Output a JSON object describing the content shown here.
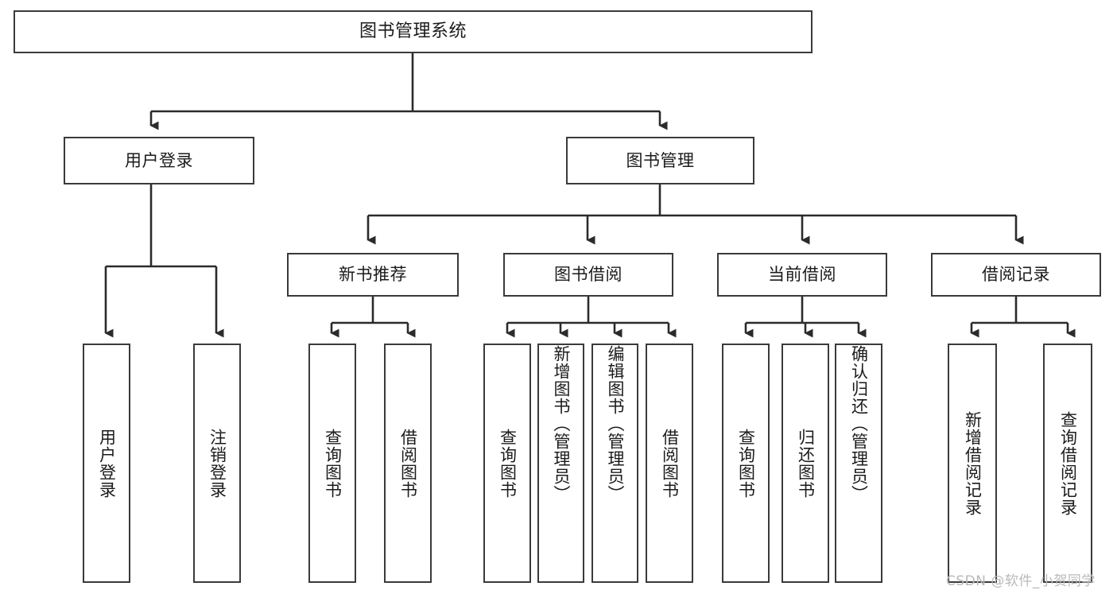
{
  "diagram": {
    "title": "图书管理系统",
    "type": "tree-hierarchy-diagram",
    "colors": {
      "box_border": "#3a3a3a",
      "box_fill": "#ffffff",
      "connector": "#2b2b2b",
      "text": "#1b1b1b",
      "watermark": "#b9b9b9",
      "background": "#ffffff"
    },
    "root": {
      "label": "图书管理系统"
    },
    "level2": [
      {
        "label": "用户登录"
      },
      {
        "label": "图书管理"
      }
    ],
    "level3": [
      {
        "label": "新书推荐"
      },
      {
        "label": "图书借阅"
      },
      {
        "label": "当前借阅"
      },
      {
        "label": "借阅记录"
      }
    ],
    "leaves": {
      "user_login": [
        {
          "label": "用户登录"
        },
        {
          "label": "注销登录"
        }
      ],
      "new_book_recommend": [
        {
          "label": "查询图书"
        },
        {
          "label": "借阅图书"
        }
      ],
      "book_borrow": [
        {
          "label": "查询图书"
        },
        {
          "label": "新增图书（管理员）"
        },
        {
          "label": "编辑图书（管理员）"
        },
        {
          "label": "借阅图书"
        }
      ],
      "current_borrow": [
        {
          "label": "查询图书"
        },
        {
          "label": "归还图书"
        },
        {
          "label": "确认归还（管理员）"
        }
      ],
      "borrow_record": [
        {
          "label": "新增借阅记录"
        },
        {
          "label": "查询借阅记录"
        }
      ]
    }
  },
  "watermark": {
    "text": "CSDN @软件_小贺同学"
  }
}
